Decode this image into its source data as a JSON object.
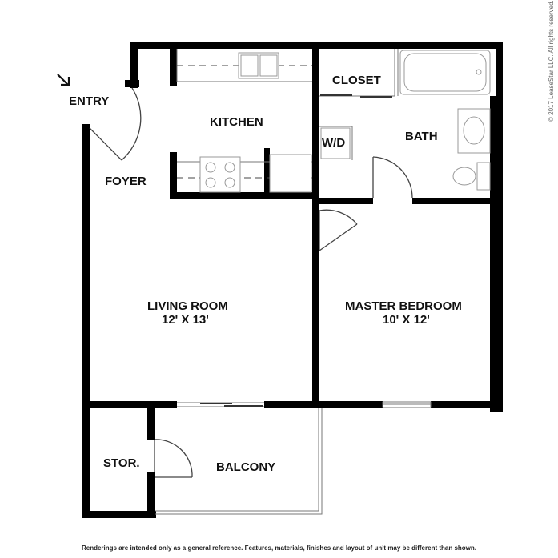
{
  "rooms": {
    "entry": "ENTRY",
    "kitchen": "KITCHEN",
    "closet": "CLOSET",
    "bath": "BATH",
    "wd": "W/D",
    "foyer": "FOYER",
    "living_room": "LIVING ROOM",
    "living_room_size": "12' X 13'",
    "master_bedroom": "MASTER BEDROOM",
    "master_bedroom_size": "10' X 12'",
    "storage": "STOR.",
    "balcony": "BALCONY"
  },
  "icons": {
    "entry_arrow": "arrow-down-right-icon"
  },
  "copyright": "© 2017 LeaseStar LLC. All rights reserved.",
  "disclaimer": "Renderings are intended only as a general reference. Features, materials, finishes and layout of unit may be different than shown."
}
